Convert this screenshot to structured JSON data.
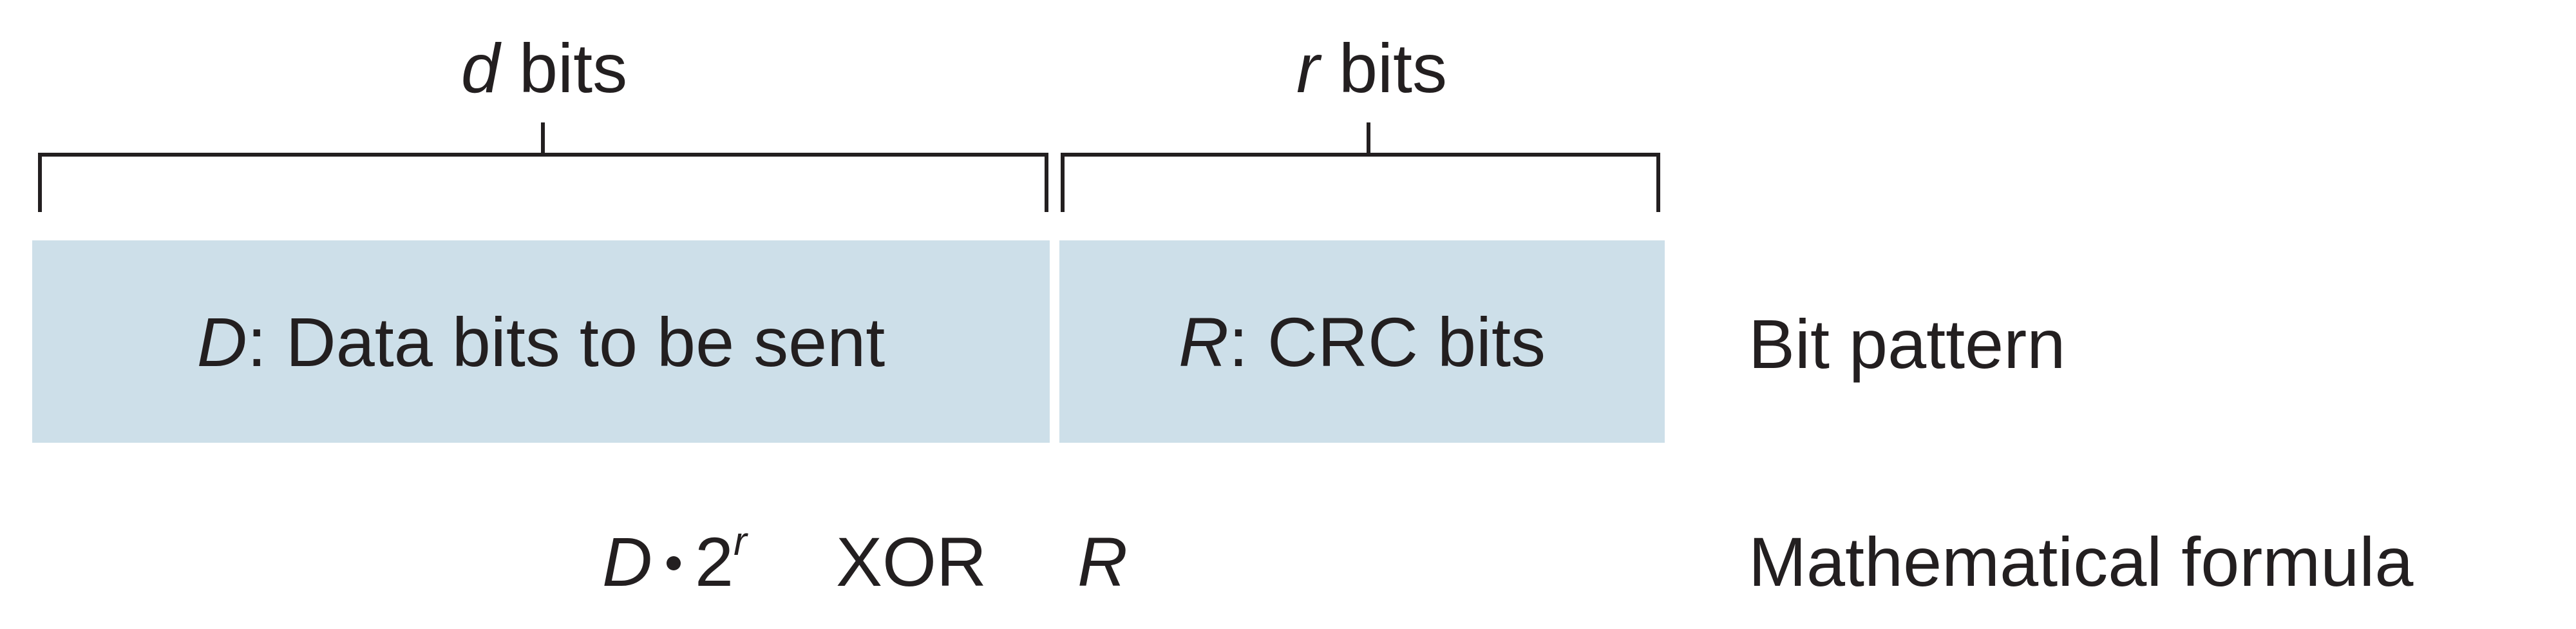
{
  "top_labels": {
    "d": {
      "var": "d",
      "text": " bits"
    },
    "r": {
      "var": "r",
      "text": " bits"
    }
  },
  "fields": {
    "data": {
      "var": "D",
      "text": ": Data bits to be sent"
    },
    "crc": {
      "var": "R",
      "text": ": CRC bits"
    }
  },
  "row_labels": {
    "bit_pattern": "Bit pattern",
    "formula": "Mathematical formula"
  },
  "formula": {
    "d": "D",
    "base": "2",
    "exp": "r",
    "op": "XOR",
    "r": "R"
  },
  "colors": {
    "field_fill": "#cddfe9",
    "ink": "#231f20"
  }
}
